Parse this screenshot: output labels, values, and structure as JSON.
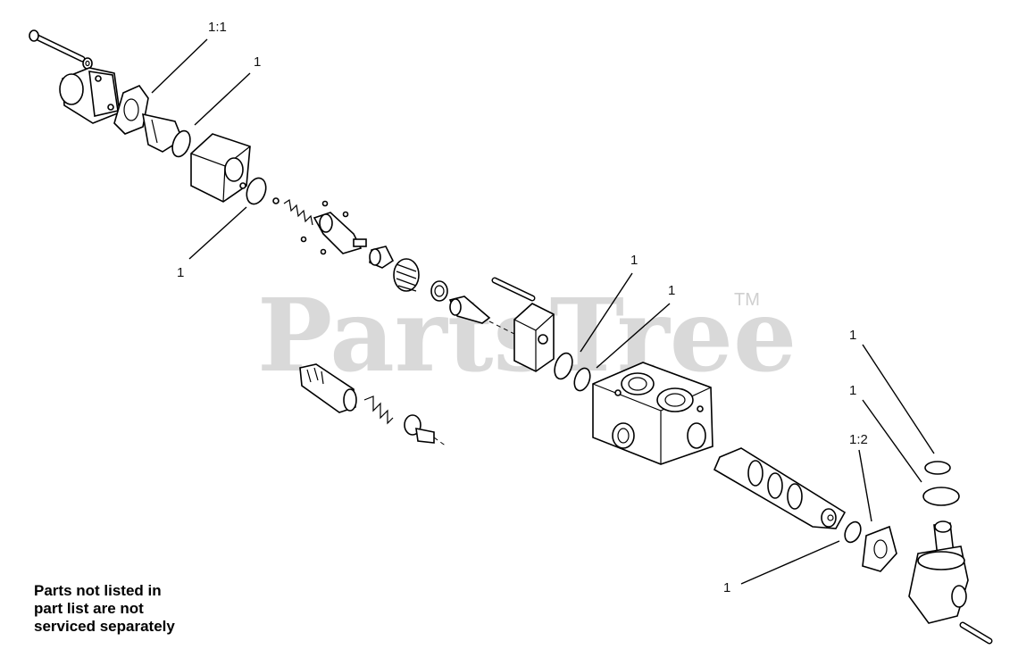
{
  "watermark": {
    "brand": "PartsTree",
    "trademark": "TM"
  },
  "callouts": [
    {
      "id": "c1",
      "text": "1:1"
    },
    {
      "id": "c2",
      "text": "1"
    },
    {
      "id": "c3",
      "text": "1"
    },
    {
      "id": "c4",
      "text": "1"
    },
    {
      "id": "c5",
      "text": "1"
    },
    {
      "id": "c6",
      "text": "1"
    },
    {
      "id": "c7",
      "text": "1"
    },
    {
      "id": "c8",
      "text": "1:2"
    },
    {
      "id": "c9",
      "text": "1"
    }
  ],
  "note": {
    "line1": "Parts not listed in",
    "line2": "part list are not",
    "line3": "serviced separately"
  }
}
